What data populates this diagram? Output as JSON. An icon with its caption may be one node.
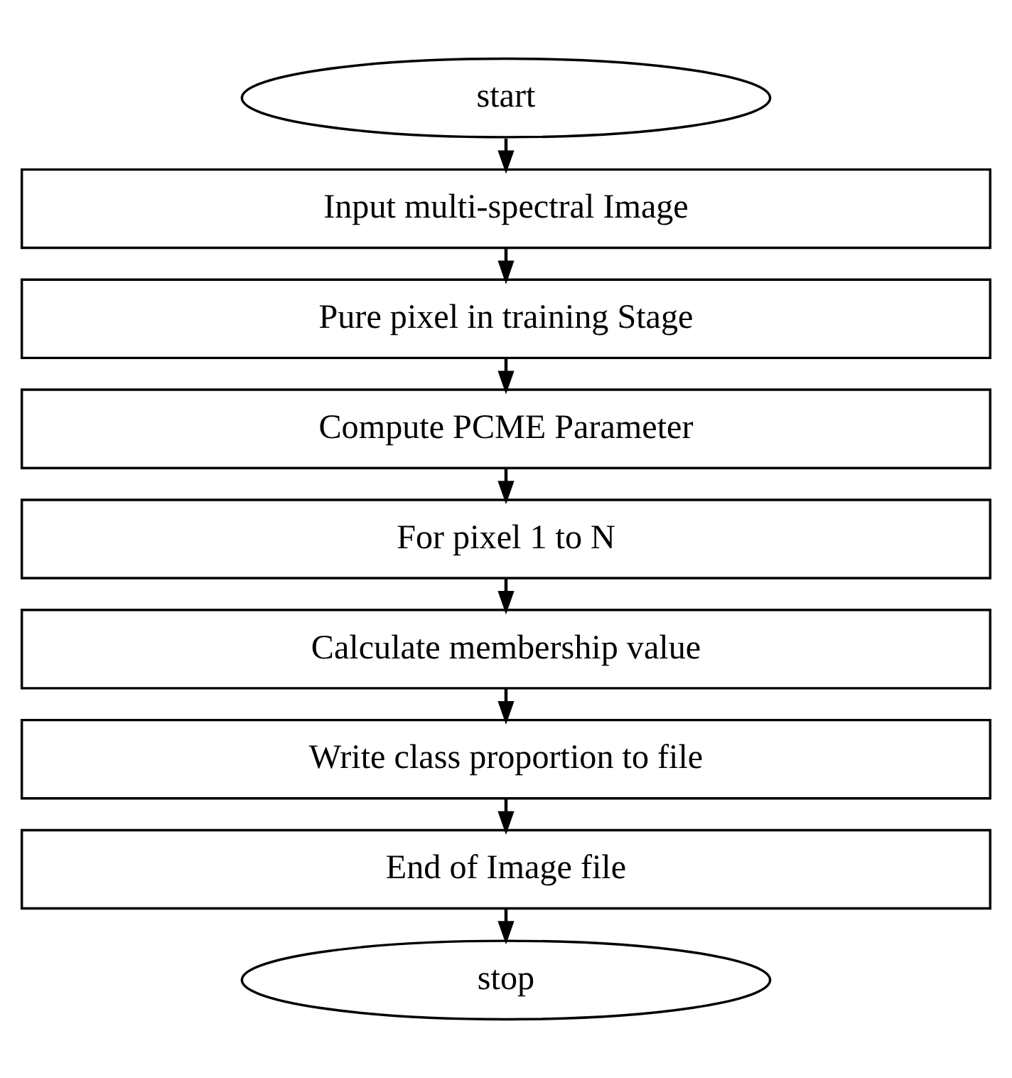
{
  "diagram": {
    "nodes": [
      {
        "text": [
          "start"
        ]
      },
      {
        "text": [
          "Input multi-spectral Image"
        ]
      },
      {
        "text": [
          "Pure pixel in training Stage"
        ]
      },
      {
        "text": [
          "Compute PCME Parameter"
        ]
      },
      {
        "text": [
          "For pixel 1 to N"
        ]
      },
      {
        "text": [
          "Calculate membership value"
        ]
      },
      {
        "text": [
          "Write class proportion to file"
        ]
      },
      {
        "text": [
          "End of Image file"
        ]
      },
      {
        "text": [
          "stop"
        ]
      }
    ],
    "edges": [
      {
        "from": 0,
        "to": 1,
        "arrow": "to"
      },
      {
        "from": 1,
        "to": 2,
        "arrow": "to"
      },
      {
        "from": 2,
        "to": 3,
        "arrow": "to"
      },
      {
        "from": 3,
        "to": 4,
        "arrow": "to"
      },
      {
        "from": 4,
        "to": 5,
        "arrow": "to"
      },
      {
        "from": 5,
        "to": 6,
        "arrow": "to"
      },
      {
        "from": 6,
        "to": 7,
        "arrow": "to"
      },
      {
        "from": 7,
        "to": 8,
        "arrow": "to"
      }
    ]
  }
}
